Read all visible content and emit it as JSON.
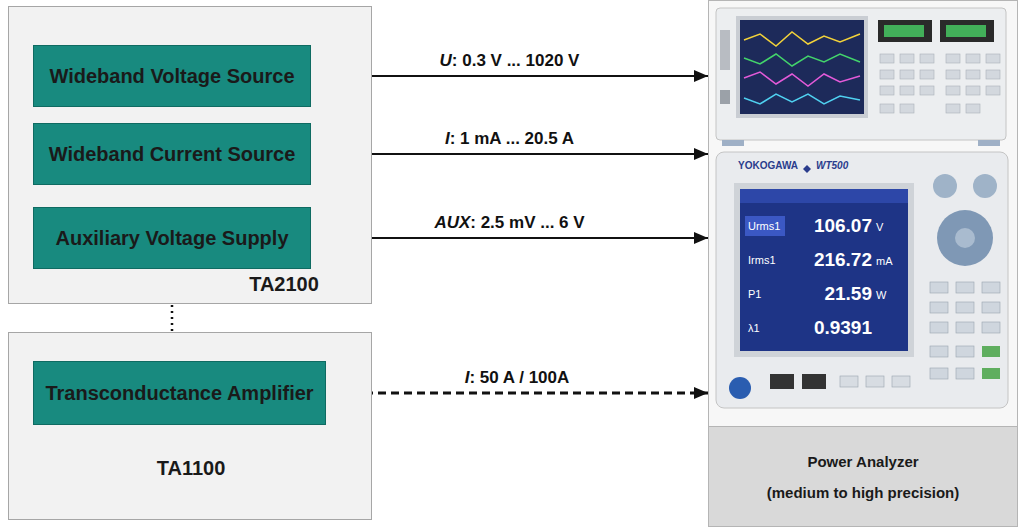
{
  "diagram": {
    "nodes": [
      {
        "text": [
          "TA2100"
        ]
      },
      {
        "text": [
          "Wideband Voltage Source"
        ],
        "in": 0
      },
      {
        "text": [
          "Wideband Current Source"
        ],
        "in": 0
      },
      {
        "text": [
          "Auxiliary Voltage Supply"
        ],
        "in": 0
      },
      {
        "text": [
          "TA1100"
        ]
      },
      {
        "text": [
          "Transconductance Amplifier"
        ],
        "in": 4
      },
      {
        "text": [
          "Power Analyzer",
          "(medium to high precision)"
        ]
      }
    ],
    "edges": [
      {
        "from": 1,
        "to": 6,
        "arrow": "to",
        "label": "U: 0.3 V ... 1020 V"
      },
      {
        "from": 2,
        "to": 6,
        "arrow": "to",
        "label": "I: 1 mA ... 20.5 A"
      },
      {
        "from": 3,
        "to": 6,
        "arrow": "to",
        "label": "AUX: 2.5 mV ... 6 V"
      },
      {
        "from": 3,
        "to": 5,
        "arrow": "to"
      },
      {
        "from": 5,
        "to": 6,
        "arrow": "to",
        "label": "I: 50 A / 100A"
      }
    ],
    "labels": [
      "YOKOGAWA",
      "WT500",
      "Urms1",
      "106.07",
      "V",
      "Irms1",
      "216.72",
      "mA",
      "P1",
      "21.59",
      "W",
      "λ1",
      "0.9391"
    ]
  }
}
